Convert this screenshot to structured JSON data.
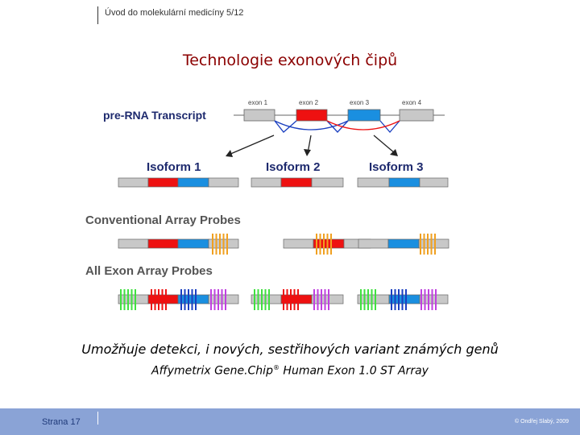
{
  "header": {
    "course": "Úvod do molekulární medicíny 5/12"
  },
  "title": "Technologie exonových čipů",
  "diagram": {
    "pre_rna_label": "pre-RNA Transcript",
    "exons": [
      "exon 1",
      "exon 2",
      "exon 3",
      "exon 4"
    ],
    "isoforms": [
      "Isoform 1",
      "Isoform 2",
      "Isoform 3"
    ],
    "conventional_label": "Conventional Array Probes",
    "all_exon_label": "All Exon Array Probes",
    "colors": {
      "exon_gray": "#c8c8c8",
      "exon_red": "#ee1111",
      "exon_blue": "#1a8fe0",
      "probe_orange": "#f0a020",
      "probe_green": "#40e040",
      "probe_red": "#ee1111",
      "probe_blue": "#1a3fc0",
      "probe_purple": "#c040e0",
      "label_navy": "#1e2a6e"
    }
  },
  "caption": {
    "main": "Umožňuje detekci, i nových, sestřihových variant známých genů",
    "sub_before": "Affymetrix Gene.Chip",
    "sub_reg": "®",
    "sub_after": " Human Exon 1.0 ST Array"
  },
  "footer": {
    "page": "Strana 17",
    "copyright": "© Ondřej Slabý, 2009"
  }
}
